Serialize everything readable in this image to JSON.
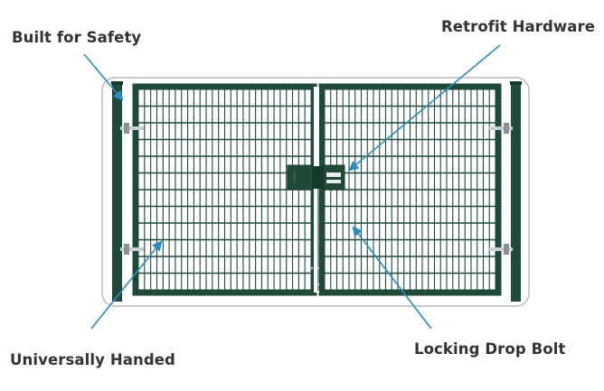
{
  "labels": {
    "built_for_safety": "Built for Safety",
    "retrofit_hardware": "Retrofit Hardware",
    "universally_handed": "Universally Handed",
    "locking_drop_bolt": "Locking Drop Bolt"
  },
  "colors": {
    "gate": "#1f4a37",
    "gate_dark": "#163a2a",
    "arrow": "#2e8bc0",
    "outline": "#b8b8b8",
    "text": "#333333",
    "hardware": "#c9ced2"
  },
  "gate": {
    "leaf_count": 2,
    "vertical_bars_per_leaf": 27,
    "horizontal_rails": 11,
    "hinges_per_post": 2
  }
}
